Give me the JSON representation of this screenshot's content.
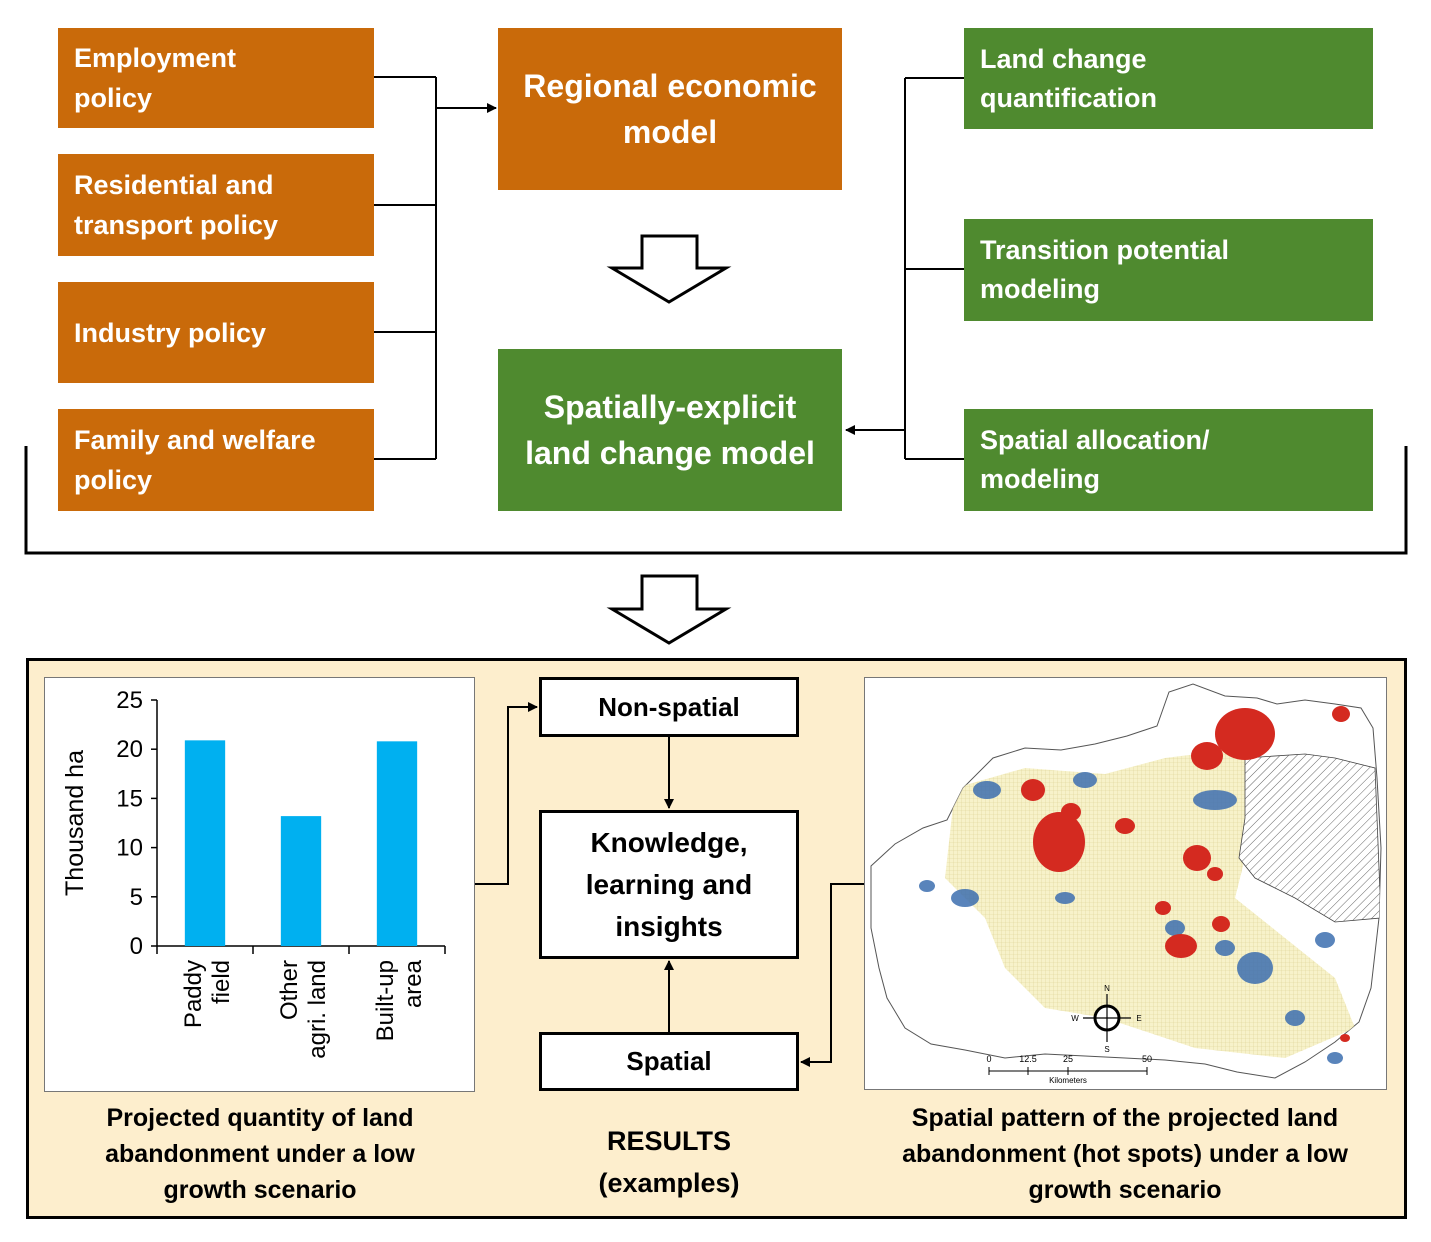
{
  "policies": [
    {
      "line1": "Employment",
      "line2": "policy"
    },
    {
      "line1": "Residential and",
      "line2": "transport policy"
    },
    {
      "line1": "Industry policy",
      "line2": ""
    },
    {
      "line1": "Family and welfare",
      "line2": "policy"
    }
  ],
  "regional_model": {
    "line1": "Regional economic",
    "line2": "model"
  },
  "land_change_model": {
    "line1": "Spatially-explicit",
    "line2": "land change model"
  },
  "methods": [
    {
      "line1": "Land change",
      "line2": "quantification"
    },
    {
      "line1": "Transition potential",
      "line2": "modeling"
    },
    {
      "line1": "Spatial allocation/",
      "line2": "modeling"
    }
  ],
  "results": {
    "nonspatial": "Non-spatial",
    "knowledge": {
      "line1": "Knowledge,",
      "line2": "learning and",
      "line3": "insights"
    },
    "spatial": "Spatial",
    "label": {
      "line1": "RESULTS",
      "line2": "(examples)"
    },
    "left_caption": {
      "line1": "Projected quantity of land",
      "line2": "abandonment under a low",
      "line3": "growth scenario"
    },
    "right_caption": {
      "line1": "Spatial pattern of the projected land",
      "line2": "abandonment (hot spots) under a low",
      "line3": "growth scenario"
    }
  },
  "chart_data": {
    "type": "bar",
    "categories": [
      {
        "line1": "Paddy",
        "line2": "field"
      },
      {
        "line1": "Other",
        "line2": "agri. land"
      },
      {
        "line1": "Built-up",
        "line2": "area"
      }
    ],
    "values": [
      20.9,
      13.2,
      20.8
    ],
    "ylabel": "Thousand ha",
    "ylim": [
      0,
      25
    ],
    "yticks": [
      0,
      5,
      10,
      15,
      20,
      25
    ],
    "bar_color": "#00b0f0",
    "grid": false
  },
  "map": {
    "compass": {
      "n": "N",
      "s": "S",
      "e": "E",
      "w": "W"
    },
    "scale_labels": [
      "0",
      "12.5",
      "25",
      "50"
    ],
    "scale_unit": "Kilometers",
    "colors": {
      "hotspot": "#d42a20",
      "cold": "#3d6fb0",
      "low": "#f3ecb2",
      "excluded": "#888888"
    }
  },
  "colors": {
    "orange": "#c96a0a",
    "green": "#4f8a2f",
    "panel": "#fdeecd"
  }
}
